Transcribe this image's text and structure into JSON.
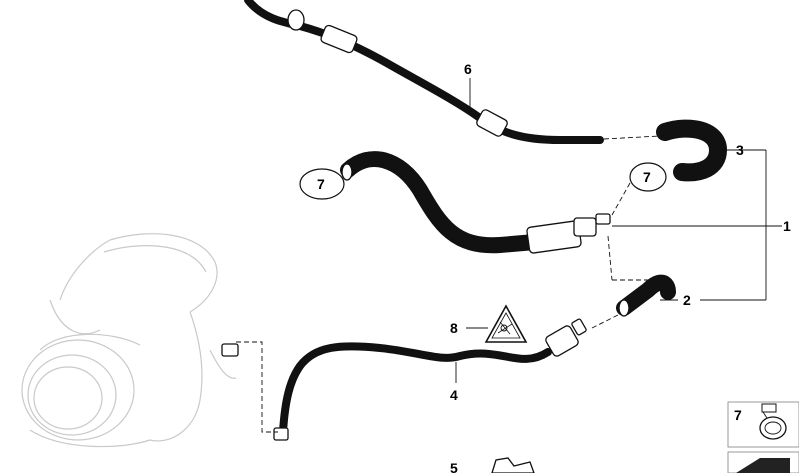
{
  "callouts": {
    "c1": "1",
    "c2": "2",
    "c3": "3",
    "c4": "4",
    "c5": "5",
    "c6": "6",
    "c7_top": "7",
    "c7_left": "7",
    "c8": "8"
  },
  "legend": {
    "item_number": "7"
  },
  "icons": [
    "hose-clamp-icon",
    "warning-triangle-icon",
    "bracket-icon"
  ]
}
